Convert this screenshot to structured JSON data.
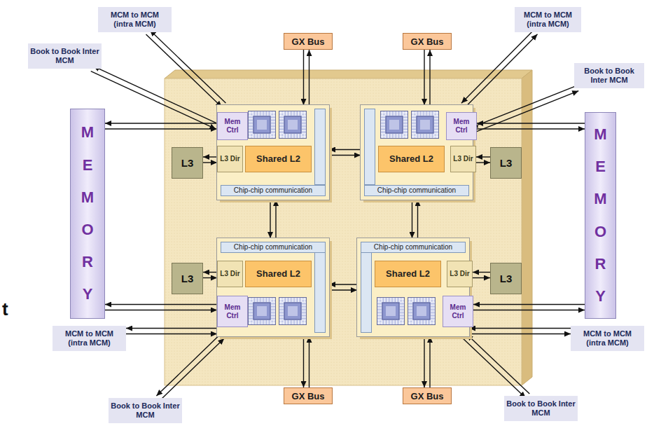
{
  "diagram": {
    "nodes": [
      {
        "text": [
          "MCM to MCM (intra MCM)"
        ]
      },
      {
        "text": [
          "GX Bus"
        ]
      },
      {
        "text": [
          "GX Bus"
        ]
      },
      {
        "text": [
          "MCM to MCM (intra MCM)"
        ]
      },
      {
        "text": [
          "Book to Book Inter MCM"
        ]
      },
      {
        "text": [
          "Book to Book Inter MCM"
        ]
      },
      {
        "text": [
          "MEMORY"
        ]
      },
      {
        "text": [
          "Chip-chip communication"
        ]
      },
      {
        "text": [
          "Mem Ctrl"
        ],
        "in": 7
      },
      {
        "text": [
          "L3 Dir"
        ],
        "in": 7
      },
      {
        "text": [
          "Shared L2"
        ],
        "in": 7
      },
      {
        "text": [
          "Chip-chip communication"
        ]
      },
      {
        "text": [
          "Mem Ctrl"
        ],
        "in": 11
      },
      {
        "text": [
          "Shared L2"
        ],
        "in": 11
      },
      {
        "text": [
          "L3 Dir"
        ],
        "in": 11
      },
      {
        "text": [
          "MEMORY"
        ]
      },
      {
        "text": [
          "L3"
        ]
      },
      {
        "text": [
          "L3"
        ]
      },
      {
        "text": [
          "Chip-chip communication"
        ]
      },
      {
        "text": [
          "L3 Dir"
        ],
        "in": 18
      },
      {
        "text": [
          "Shared L2"
        ],
        "in": 18
      },
      {
        "text": [
          "Mem Ctrl"
        ],
        "in": 18
      },
      {
        "text": [
          "Chip-chip communication"
        ]
      },
      {
        "text": [
          "Shared L2"
        ],
        "in": 22
      },
      {
        "text": [
          "L3 Dir"
        ],
        "in": 22
      },
      {
        "text": [
          "Mem Ctrl"
        ],
        "in": 22
      },
      {
        "text": [
          "L3"
        ]
      },
      {
        "text": [
          "L3"
        ]
      },
      {
        "text": [
          "MCM to MCM (intra MCM)"
        ]
      },
      {
        "text": [
          "MCM to MCM (intra MCM)"
        ]
      },
      {
        "text": [
          "GX Bus"
        ]
      },
      {
        "text": [
          "GX Bus"
        ]
      },
      {
        "text": [
          "Book to Book Inter MCM"
        ]
      },
      {
        "text": [
          "Book to Book Inter MCM"
        ]
      }
    ],
    "edges": [
      {
        "from": 1,
        "to": 7,
        "arrow": "both"
      },
      {
        "from": 2,
        "to": 11,
        "arrow": "both"
      },
      {
        "from": 30,
        "to": 18,
        "arrow": "both"
      },
      {
        "from": 31,
        "to": 22,
        "arrow": "both"
      },
      {
        "from": 6,
        "to": 8,
        "arrow": "both"
      },
      {
        "from": 6,
        "to": 21,
        "arrow": "both"
      },
      {
        "from": 12,
        "to": 15,
        "arrow": "both"
      },
      {
        "from": 25,
        "to": 15,
        "arrow": "both"
      },
      {
        "from": 16,
        "to": 9,
        "arrow": "both"
      },
      {
        "from": 17,
        "to": 14,
        "arrow": "both"
      },
      {
        "from": 26,
        "to": 19,
        "arrow": "both"
      },
      {
        "from": 27,
        "to": 24,
        "arrow": "both"
      },
      {
        "from": 7,
        "to": 11,
        "arrow": "both"
      },
      {
        "from": 7,
        "to": 18,
        "arrow": "both"
      },
      {
        "from": 11,
        "to": 22,
        "arrow": "both"
      },
      {
        "from": 18,
        "to": 22,
        "arrow": "both"
      },
      {
        "from": 0,
        "to": 7,
        "arrow": "both"
      },
      {
        "from": 4,
        "to": 7,
        "arrow": "both"
      },
      {
        "from": 3,
        "to": 11,
        "arrow": "both"
      },
      {
        "from": 5,
        "to": 11,
        "arrow": "both"
      },
      {
        "from": 28,
        "to": 18,
        "arrow": "both"
      },
      {
        "from": 32,
        "to": 18,
        "arrow": "both"
      },
      {
        "from": 29,
        "to": 22,
        "arrow": "both"
      },
      {
        "from": 33,
        "to": 22,
        "arrow": "both"
      }
    ],
    "labels": [
      "t"
    ]
  }
}
